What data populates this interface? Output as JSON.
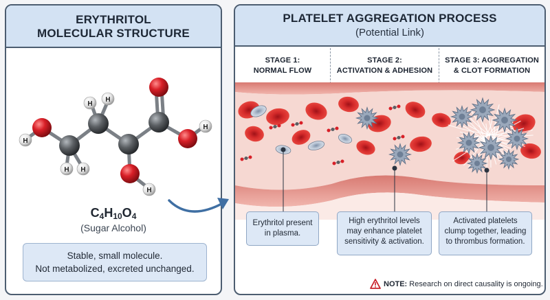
{
  "left_panel": {
    "title_line1": "ERYTHRITOL",
    "title_line2": "MOLECULAR STRUCTURE",
    "formula": {
      "c": "C",
      "c_n": "4",
      "h": "H",
      "h_n": "10",
      "o": "O",
      "o_n": "4"
    },
    "formula_note": "(Sugar Alcohol)",
    "info_line1": "Stable, small molecule.",
    "info_line2": "Not metabolized, excreted unchanged.",
    "atom_label": "H"
  },
  "right_panel": {
    "title": "PLATELET AGGREGATION PROCESS",
    "subtitle": "(Potential Link)",
    "stages": [
      {
        "line1": "STAGE 1:",
        "line2": "NORMAL FLOW"
      },
      {
        "line1": "STAGE 2:",
        "line2": "ACTIVATION & ADHESION"
      },
      {
        "line1": "STAGE 3: AGGREGATION",
        "line2": "& CLOT FORMATION"
      }
    ],
    "callouts": [
      {
        "line1": "Erythritol present",
        "line2": "in plasma."
      },
      {
        "line1": "High erythritol levels",
        "line2": "may enhance platelet",
        "line3": "sensitivity & activation."
      },
      {
        "line1": "Activated platelets",
        "line2": "clump together, leading",
        "line3": "to thrombus formation."
      }
    ],
    "note_label": "NOTE:",
    "note_text": " Research on direct causality is ongoing."
  },
  "colors": {
    "header_bg": "#d3e2f3",
    "border": "#4c5d70",
    "vessel_wall": "#e9a9a2",
    "plasma": "#f6d8d2",
    "rbc": "#d42a2a",
    "platelet": "#9aa8bb",
    "oxygen": "#d81f27",
    "carbon": "#5b5f63",
    "hydrogen": "#e4e4e4",
    "warning": "#c8202a"
  },
  "icons": [
    "warning-icon",
    "curved-arrow-icon"
  ]
}
